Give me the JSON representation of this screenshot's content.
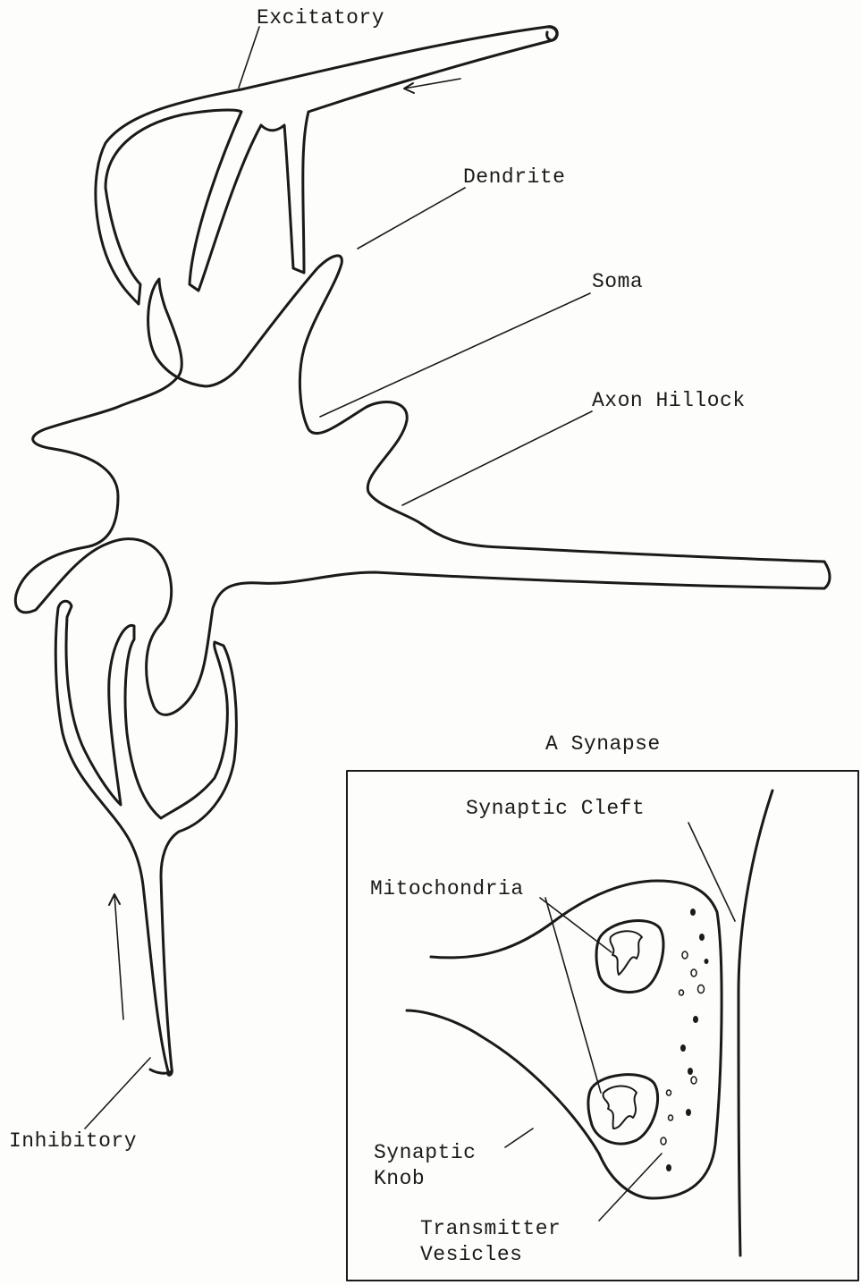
{
  "labels": {
    "excitatory": "Excitatory",
    "dendrite": "Dendrite",
    "soma": "Soma",
    "axon_hillock": "Axon Hillock",
    "inhibitory": "Inhibitory",
    "synapse_title": "A Synapse",
    "synaptic_cleft": "Synaptic Cleft",
    "mitochondria": "Mitochondria",
    "synaptic_knob_line1": "Synaptic",
    "synaptic_knob_line2": "Knob",
    "transmitter_vesicles_line1": "Transmitter",
    "transmitter_vesicles_line2": "Vesicles"
  },
  "colors": {
    "ink": "#1a1a1a",
    "paper": "#fdfdfb"
  }
}
